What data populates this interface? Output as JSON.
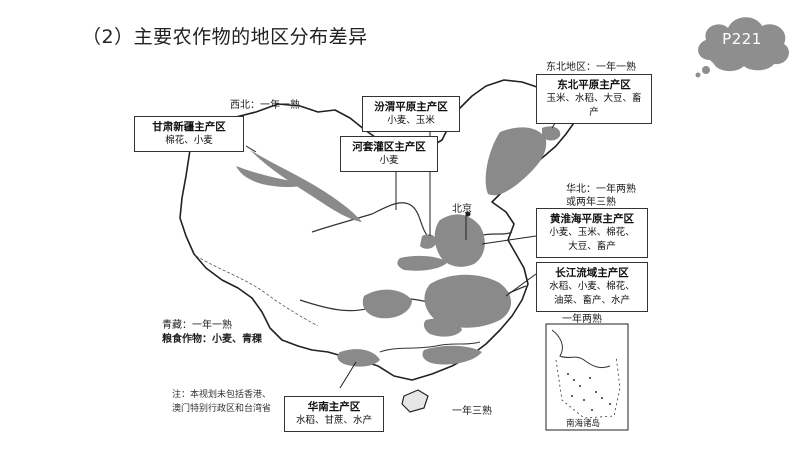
{
  "title": "（2）主要农作物的地区分布差异",
  "page_badge": "P221",
  "map": {
    "zone_northeast": "东北地区：一年一熟",
    "zone_northwest": "西北：一年一熟",
    "zone_north": "华北：一年两熟",
    "zone_north_2": "或两年三熟",
    "zone_qingzang": "青藏：一年一熟",
    "zone_qingzang_crops": "粮食作物：小麦、青稞",
    "zone_south_multi": "一年三熟",
    "zone_nanhai_label": "一年两熟",
    "beijing": "北京",
    "nanhai_islands": "南海诸岛",
    "note_line1": "注：本视划未包括香港、",
    "note_line2": "澳门特别行政区和台湾省"
  },
  "regions": [
    {
      "title": "东北平原主产区",
      "crops": "玉米、水稻、大豆、畜产"
    },
    {
      "title": "汾渭平原主产区",
      "crops": "小麦、玉米"
    },
    {
      "title": "甘肃新疆主产区",
      "crops": "棉花、小麦"
    },
    {
      "title": "河套灌区主产区",
      "crops": "小麦"
    },
    {
      "title": "黄淮海平原主产区",
      "crops": "小麦、玉米、棉花、",
      "crops2": "大豆、畜产"
    },
    {
      "title": "长江流域主产区",
      "crops": "水稻、小麦、棉花、",
      "crops2": "油菜、畜产、水产"
    },
    {
      "title": "华南主产区",
      "crops": "水稻、甘蔗、水产"
    }
  ]
}
